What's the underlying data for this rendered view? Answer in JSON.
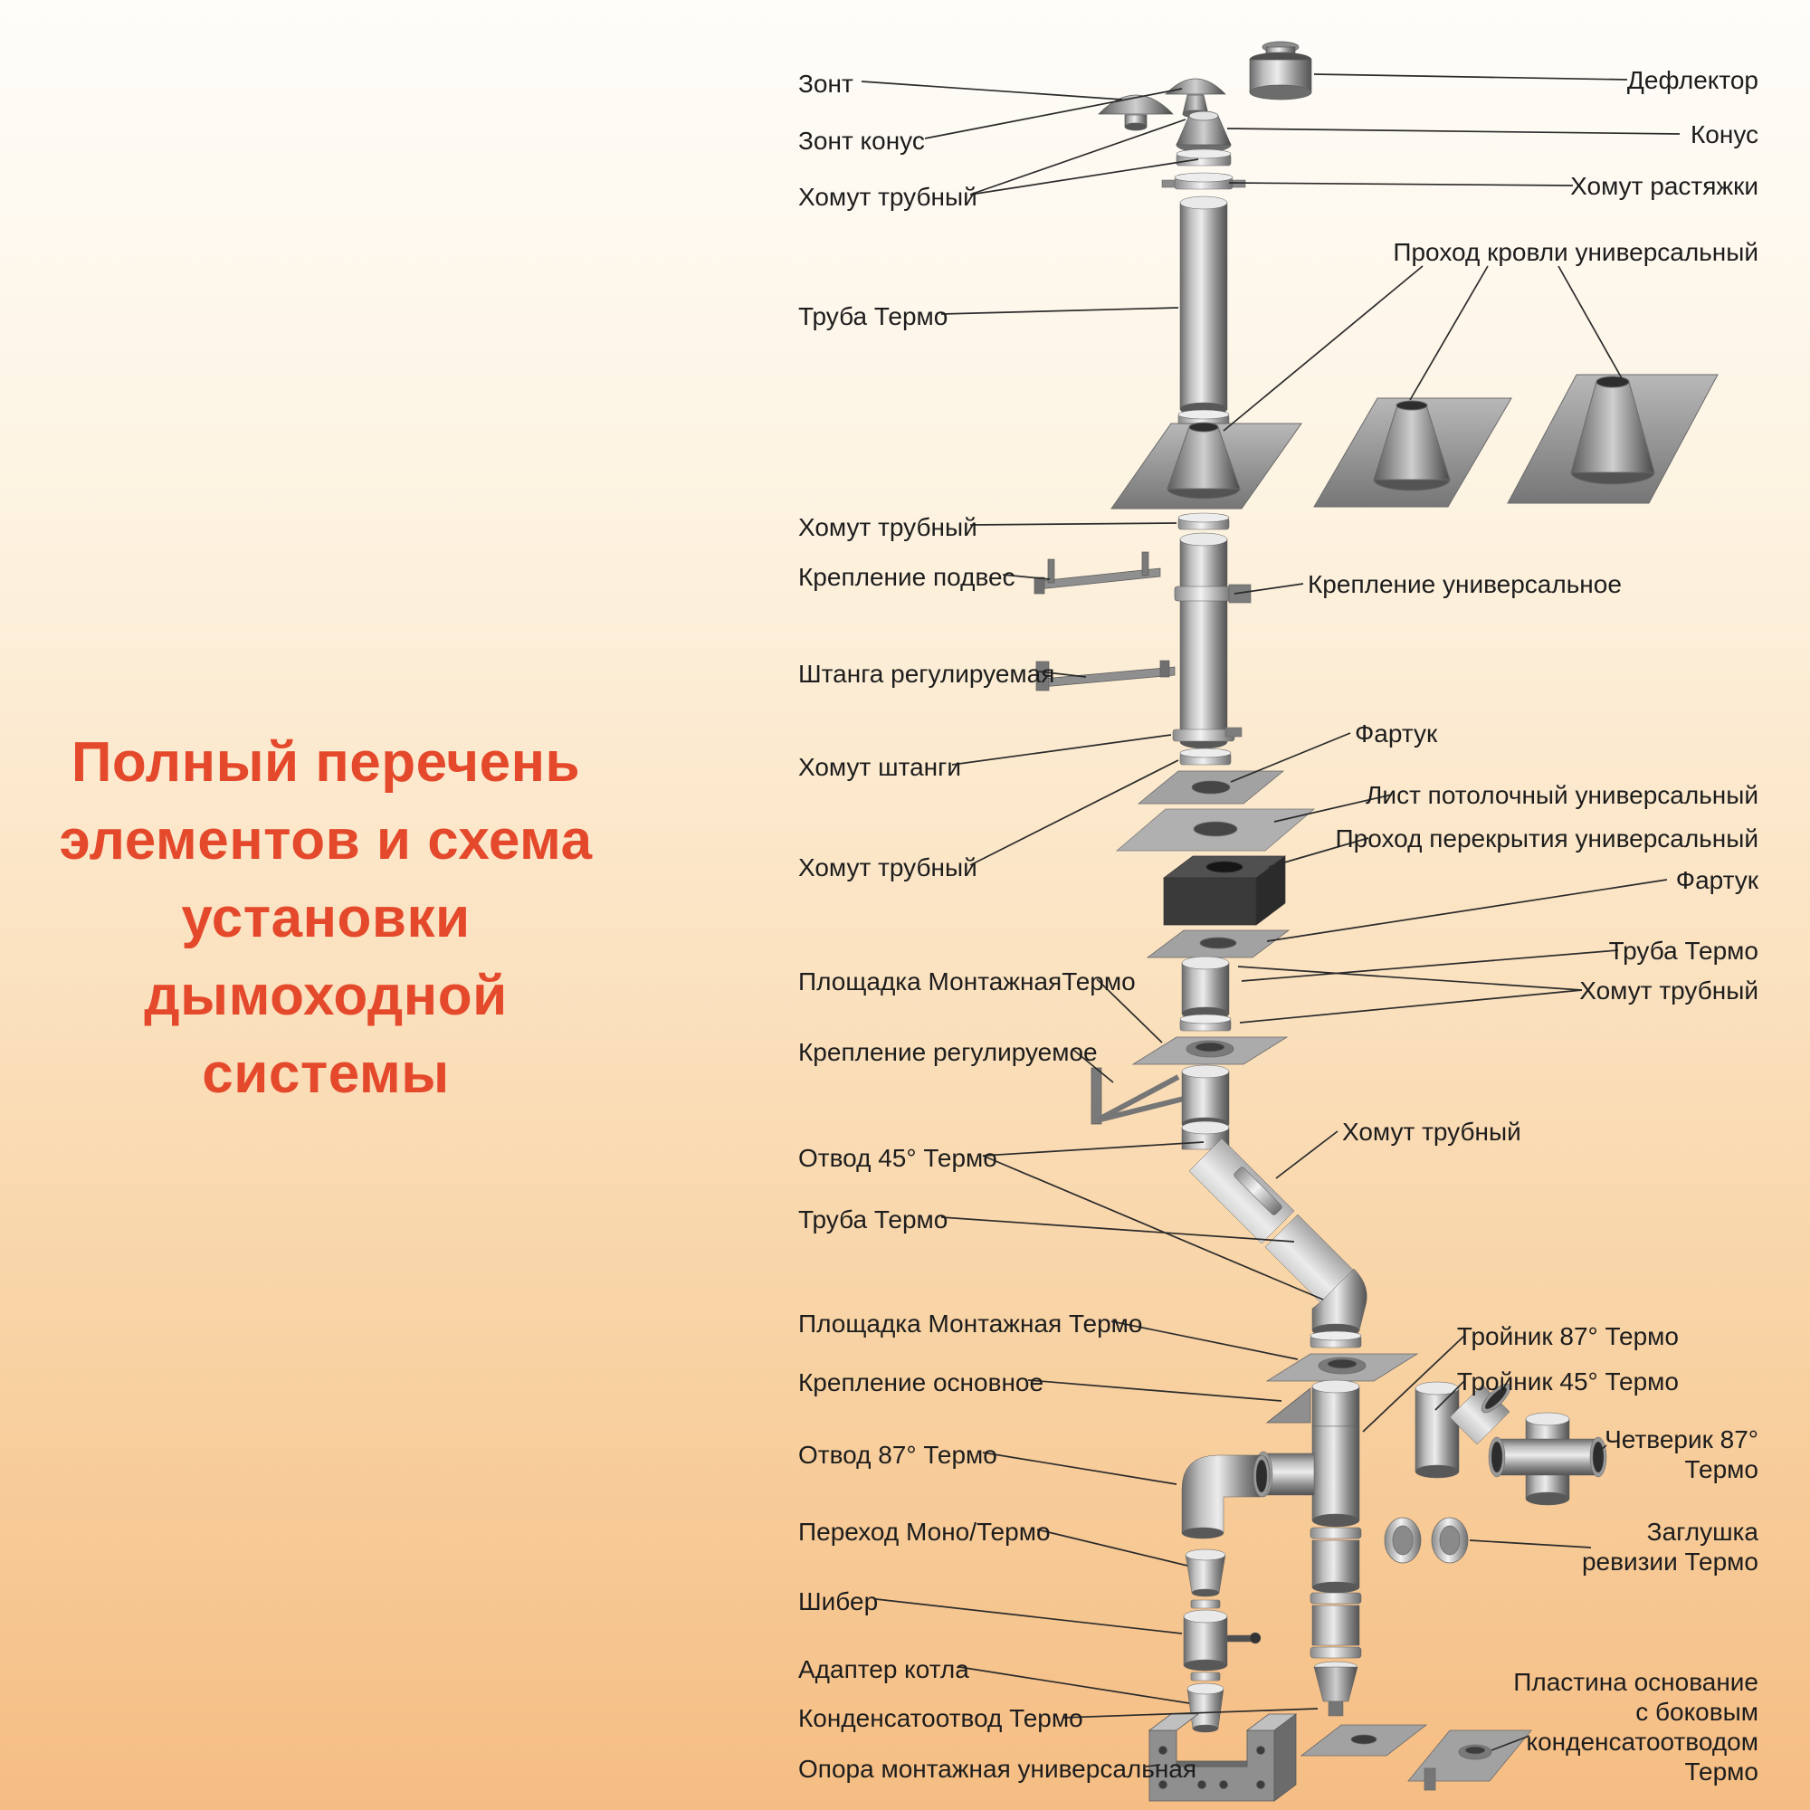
{
  "title": {
    "lines": [
      "Полный перечень",
      "элементов и схема",
      "установки",
      "дымоходной",
      "системы"
    ]
  },
  "left_labels": [
    "Зонт",
    "Зонт конус",
    "Хомут трубный",
    "Труба Термо",
    "Хомут трубный",
    "Крепление подвес",
    "Штанга регулируемая",
    "Хомут штанги",
    "Хомут трубный",
    "Площадка МонтажнаяТермо",
    "Крепление регулируемое",
    "Отвод 45° Термо",
    "Труба Термо",
    "Площадка Монтажная Термо",
    "Крепление основное",
    "Отвод 87° Термо",
    "Переход Моно/Термо",
    "Шибер",
    "Адаптер котла",
    "Конденсатоотвод Термо",
    "Опора монтажная универсальная"
  ],
  "right_labels": [
    "Дефлектор",
    "Конус",
    "Хомут растяжки",
    "Проход кровли универсальный",
    "Крепление универсальное",
    "Фартук",
    "Лист потолочный универсальный",
    "Проход перекрытия универсальный",
    "Фартук",
    "Труба Термо",
    "Хомут трубный",
    "Хомут трубный",
    "Тройник 87° Термо",
    "Тройник 45° Термо",
    "Четверик 87°\nТермо",
    "Заглушка\nревизии Термо",
    "Пластина основание\nс боковым\nконденсатоотводом\nТермо"
  ],
  "colors": {
    "title_text": "#e4492c",
    "label_text": "#1d1d1d",
    "leader_line": "#2b2b2b",
    "background_top": "#fefdfa",
    "background_bottom": "#f5bd83",
    "metal_light": "#ececec",
    "metal_dark": "#525252"
  }
}
